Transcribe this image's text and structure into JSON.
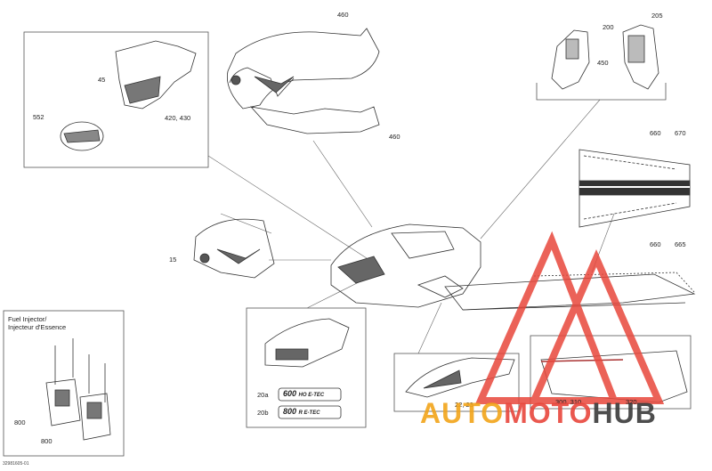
{
  "diagram": {
    "callouts": {
      "c460_top": "460",
      "c460_bottom": "460",
      "c200": "200",
      "c205": "205",
      "c450": "450",
      "c45": "45",
      "c420_430": "420, 430",
      "c552": "552",
      "c660_top": "660",
      "c670": "670",
      "c660_bottom": "660",
      "c665": "665",
      "c15": "15",
      "c20a": "20a",
      "c20b": "20b",
      "c22_23": "22, 23",
      "c300_310": "300, 310",
      "c320": "320",
      "c800_upper": "800",
      "c800_lower": "800"
    },
    "fuel_injector_title_en": "Fuel Injector/",
    "fuel_injector_title_fr": "Injecteur d'Essence",
    "document_number": "32981605-01"
  },
  "decals": {
    "decal_600": "600",
    "decal_600_suffix": "HO E-TEC",
    "decal_800": "800",
    "decal_800_suffix": "R E-TEC"
  },
  "watermark": {
    "part_a": "AUTO",
    "part_b": "MOTO",
    "part_c": "HUB"
  },
  "colors": {
    "line": "#333333",
    "light_line": "#777777",
    "fill_dark": "#555555",
    "watermark_red": "#e8473c",
    "watermark_orange": "#f2a51a"
  }
}
